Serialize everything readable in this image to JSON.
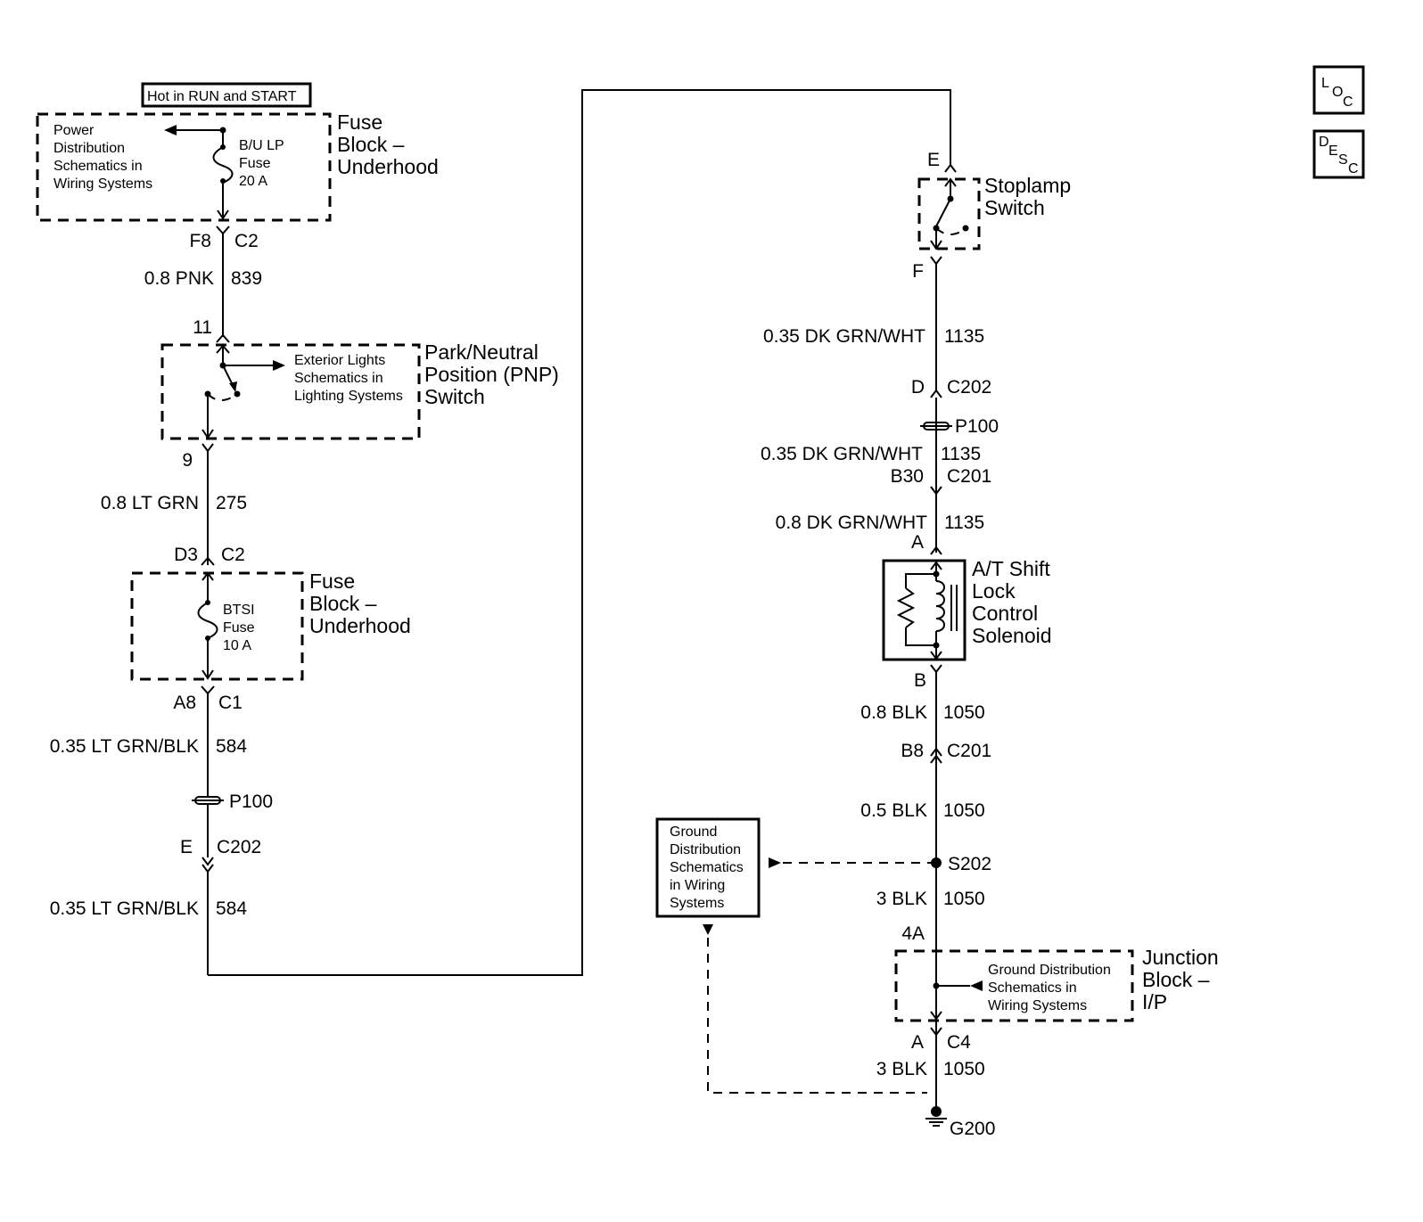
{
  "header": {
    "hot_label": "Hot in RUN and START",
    "loc_icon": "loc-icon",
    "desc_icon": "desc-icon",
    "loc": {
      "a": "L",
      "b": "O",
      "c": "C"
    },
    "desc": {
      "a": "D",
      "b": "E",
      "c": "S",
      "d": "C"
    }
  },
  "fuse_block_1": {
    "title": [
      "Fuse",
      "Block –",
      "Underhood"
    ],
    "power_ref": [
      "Power",
      "Distribution",
      "Schematics in",
      "Wiring Systems"
    ],
    "fuse": [
      "B/U LP",
      "Fuse",
      "20 A"
    ],
    "pin": "F8",
    "connector": "C2"
  },
  "wire_839": {
    "size_color": "0.8 PNK",
    "circuit": "839"
  },
  "pnp_switch": {
    "title": [
      "Park/Neutral",
      "Position (PNP)",
      "Switch"
    ],
    "ref": [
      "Exterior Lights",
      "Schematics in",
      "Lighting Systems"
    ],
    "pin_in": "11",
    "pin_out": "9"
  },
  "wire_275": {
    "size_color": "0.8 LT GRN",
    "circuit": "275"
  },
  "fuse_block_2": {
    "title": [
      "Fuse",
      "Block –",
      "Underhood"
    ],
    "fuse": [
      "BTSI",
      "Fuse",
      "10 A"
    ],
    "pin_in": "D3",
    "conn_in": "C2",
    "pin_out": "A8",
    "conn_out": "C1"
  },
  "wire_584_a": {
    "size_color": "0.35 LT GRN/BLK",
    "circuit": "584"
  },
  "p100_left": {
    "label": "P100"
  },
  "c202_left": {
    "pin": "E",
    "connector": "C202"
  },
  "wire_584_b": {
    "size_color": "0.35 LT GRN/BLK",
    "circuit": "584"
  },
  "stoplamp": {
    "title": [
      "Stoplamp",
      "Switch"
    ],
    "pin_in": "E",
    "pin_out": "F"
  },
  "wire_1135_a": {
    "size_color": "0.35 DK GRN/WHT",
    "circuit": "1135"
  },
  "c202_right": {
    "pin": "D",
    "connector": "C202"
  },
  "p100_right": {
    "label": "P100"
  },
  "wire_1135_b": {
    "size_color": "0.35 DK GRN/WHT",
    "circuit": "1135"
  },
  "c201_a": {
    "pin": "B30",
    "connector": "C201"
  },
  "wire_1135_c": {
    "size_color": "0.8 DK GRN/WHT",
    "circuit": "1135"
  },
  "solenoid": {
    "title": [
      "A/T Shift",
      "Lock",
      "Control",
      "Solenoid"
    ],
    "pin_in": "A",
    "pin_out": "B"
  },
  "wire_1050_a": {
    "size_color": "0.8 BLK",
    "circuit": "1050"
  },
  "c201_b": {
    "pin": "B8",
    "connector": "C201"
  },
  "wire_1050_b": {
    "size_color": "0.5 BLK",
    "circuit": "1050"
  },
  "ground_ref_box": [
    "Ground",
    "Distribution",
    "Schematics",
    "in Wiring",
    "Systems"
  ],
  "splice": {
    "label": "S202"
  },
  "wire_1050_c": {
    "size_color": "3 BLK",
    "circuit": "1050"
  },
  "junction_block": {
    "title": [
      "Junction",
      "Block –",
      "I/P"
    ],
    "ref": [
      "Ground Distribution",
      "Schematics in",
      "Wiring Systems"
    ],
    "pin_in": "4A",
    "pin_out": "A",
    "connector": "C4"
  },
  "wire_1050_d": {
    "size_color": "3 BLK",
    "circuit": "1050"
  },
  "ground": {
    "label": "G200"
  }
}
